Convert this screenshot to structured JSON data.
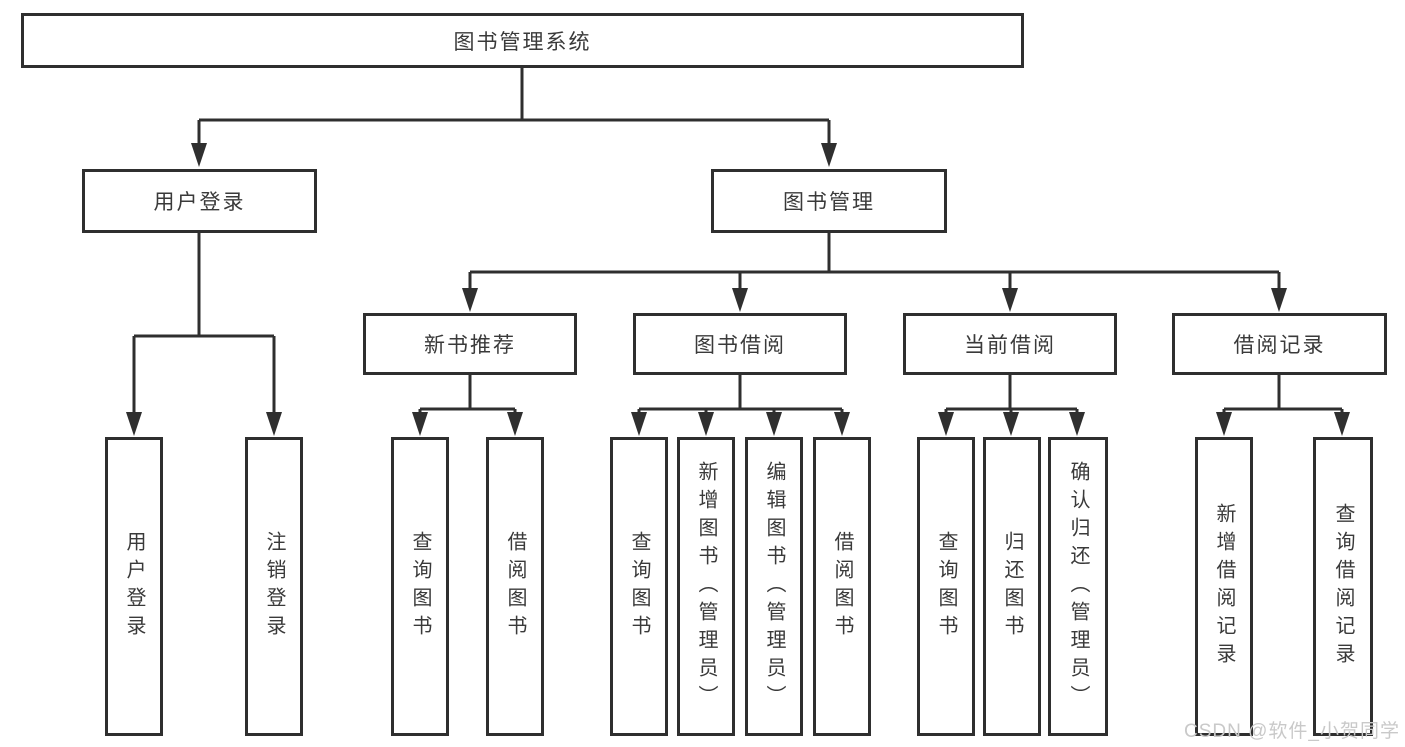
{
  "tree": {
    "label": "图书管理系统",
    "children": [
      {
        "label": "用户登录",
        "children": [
          {
            "label": "用户登录"
          },
          {
            "label": "注销登录"
          }
        ]
      },
      {
        "label": "图书管理",
        "children": [
          {
            "label": "新书推荐",
            "children": [
              {
                "label": "查询图书"
              },
              {
                "label": "借阅图书"
              }
            ]
          },
          {
            "label": "图书借阅",
            "children": [
              {
                "label": "查询图书"
              },
              {
                "label": "新增图书（管理员）"
              },
              {
                "label": "编辑图书（管理员）"
              },
              {
                "label": "借阅图书"
              }
            ]
          },
          {
            "label": "当前借阅",
            "children": [
              {
                "label": "查询图书"
              },
              {
                "label": "归还图书"
              },
              {
                "label": "确认归还（管理员）"
              }
            ]
          },
          {
            "label": "借阅记录",
            "children": [
              {
                "label": "新增借阅记录"
              },
              {
                "label": "查询借阅记录"
              }
            ]
          }
        ]
      }
    ]
  },
  "watermark": {
    "text": "CSDN @软件_小贺同学"
  },
  "colors": {
    "line": "#2f2f2f",
    "text": "#3a3a3a",
    "watermark": "#c9c9c9",
    "background": "#ffffff"
  }
}
